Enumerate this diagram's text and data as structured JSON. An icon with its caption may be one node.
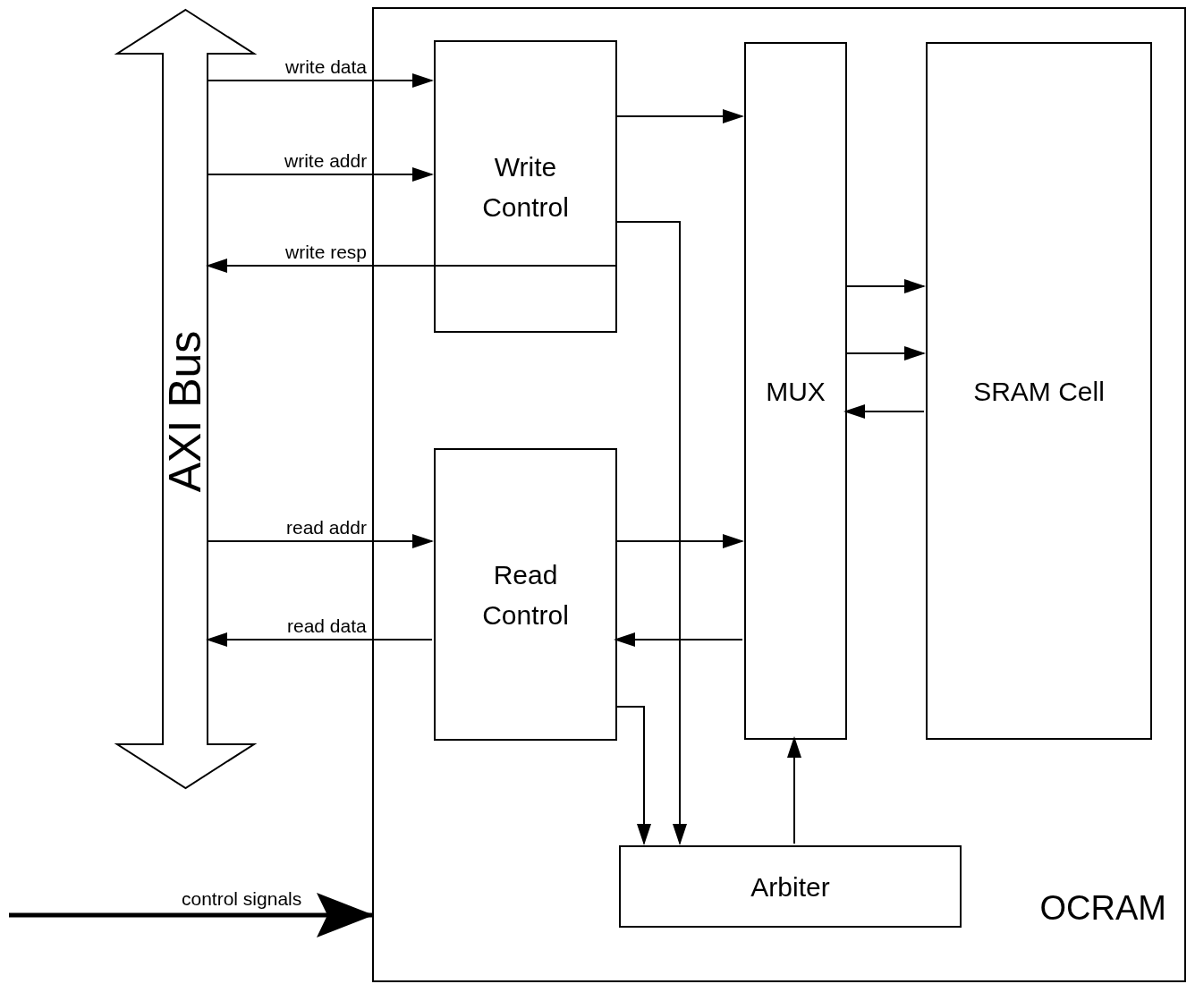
{
  "diagram": {
    "nodes": [
      {
        "text": [
          "AXI Bus"
        ]
      },
      {
        "text": [
          "OCRAM"
        ]
      },
      {
        "text": [
          "Write Control"
        ],
        "in": 1
      },
      {
        "text": [
          "MUX"
        ],
        "in": 1
      },
      {
        "text": [
          "SRAM Cell"
        ],
        "in": 1
      },
      {
        "text": [
          "Read Control"
        ],
        "in": 1
      },
      {
        "text": [
          "Arbiter"
        ],
        "in": 1
      }
    ],
    "edges": [
      {
        "from": 0,
        "to": 2,
        "arrow": "to",
        "label": "write data"
      },
      {
        "from": 0,
        "to": 2,
        "arrow": "to",
        "label": "write addr"
      },
      {
        "from": 2,
        "to": 0,
        "arrow": "to",
        "label": "write resp"
      },
      {
        "from": 0,
        "to": 5,
        "arrow": "to",
        "label": "read addr"
      },
      {
        "from": 5,
        "to": 0,
        "arrow": "to",
        "label": "read data"
      },
      {
        "from": 2,
        "to": 3,
        "arrow": "to"
      },
      {
        "from": 2,
        "to": 6,
        "arrow": "to"
      },
      {
        "from": 3,
        "to": 4,
        "arrow": "to"
      },
      {
        "from": 3,
        "to": 4,
        "arrow": "to"
      },
      {
        "from": 4,
        "to": 3,
        "arrow": "to"
      },
      {
        "from": 5,
        "to": 3,
        "arrow": "to"
      },
      {
        "from": 3,
        "to": 5,
        "arrow": "to"
      },
      {
        "from": 5,
        "to": 6,
        "arrow": "to"
      },
      {
        "from": 6,
        "to": 3,
        "arrow": "to"
      },
      {
        "from": null,
        "to": 1,
        "arrow": "to",
        "label": "control signals",
        "style": "thick"
      }
    ]
  }
}
